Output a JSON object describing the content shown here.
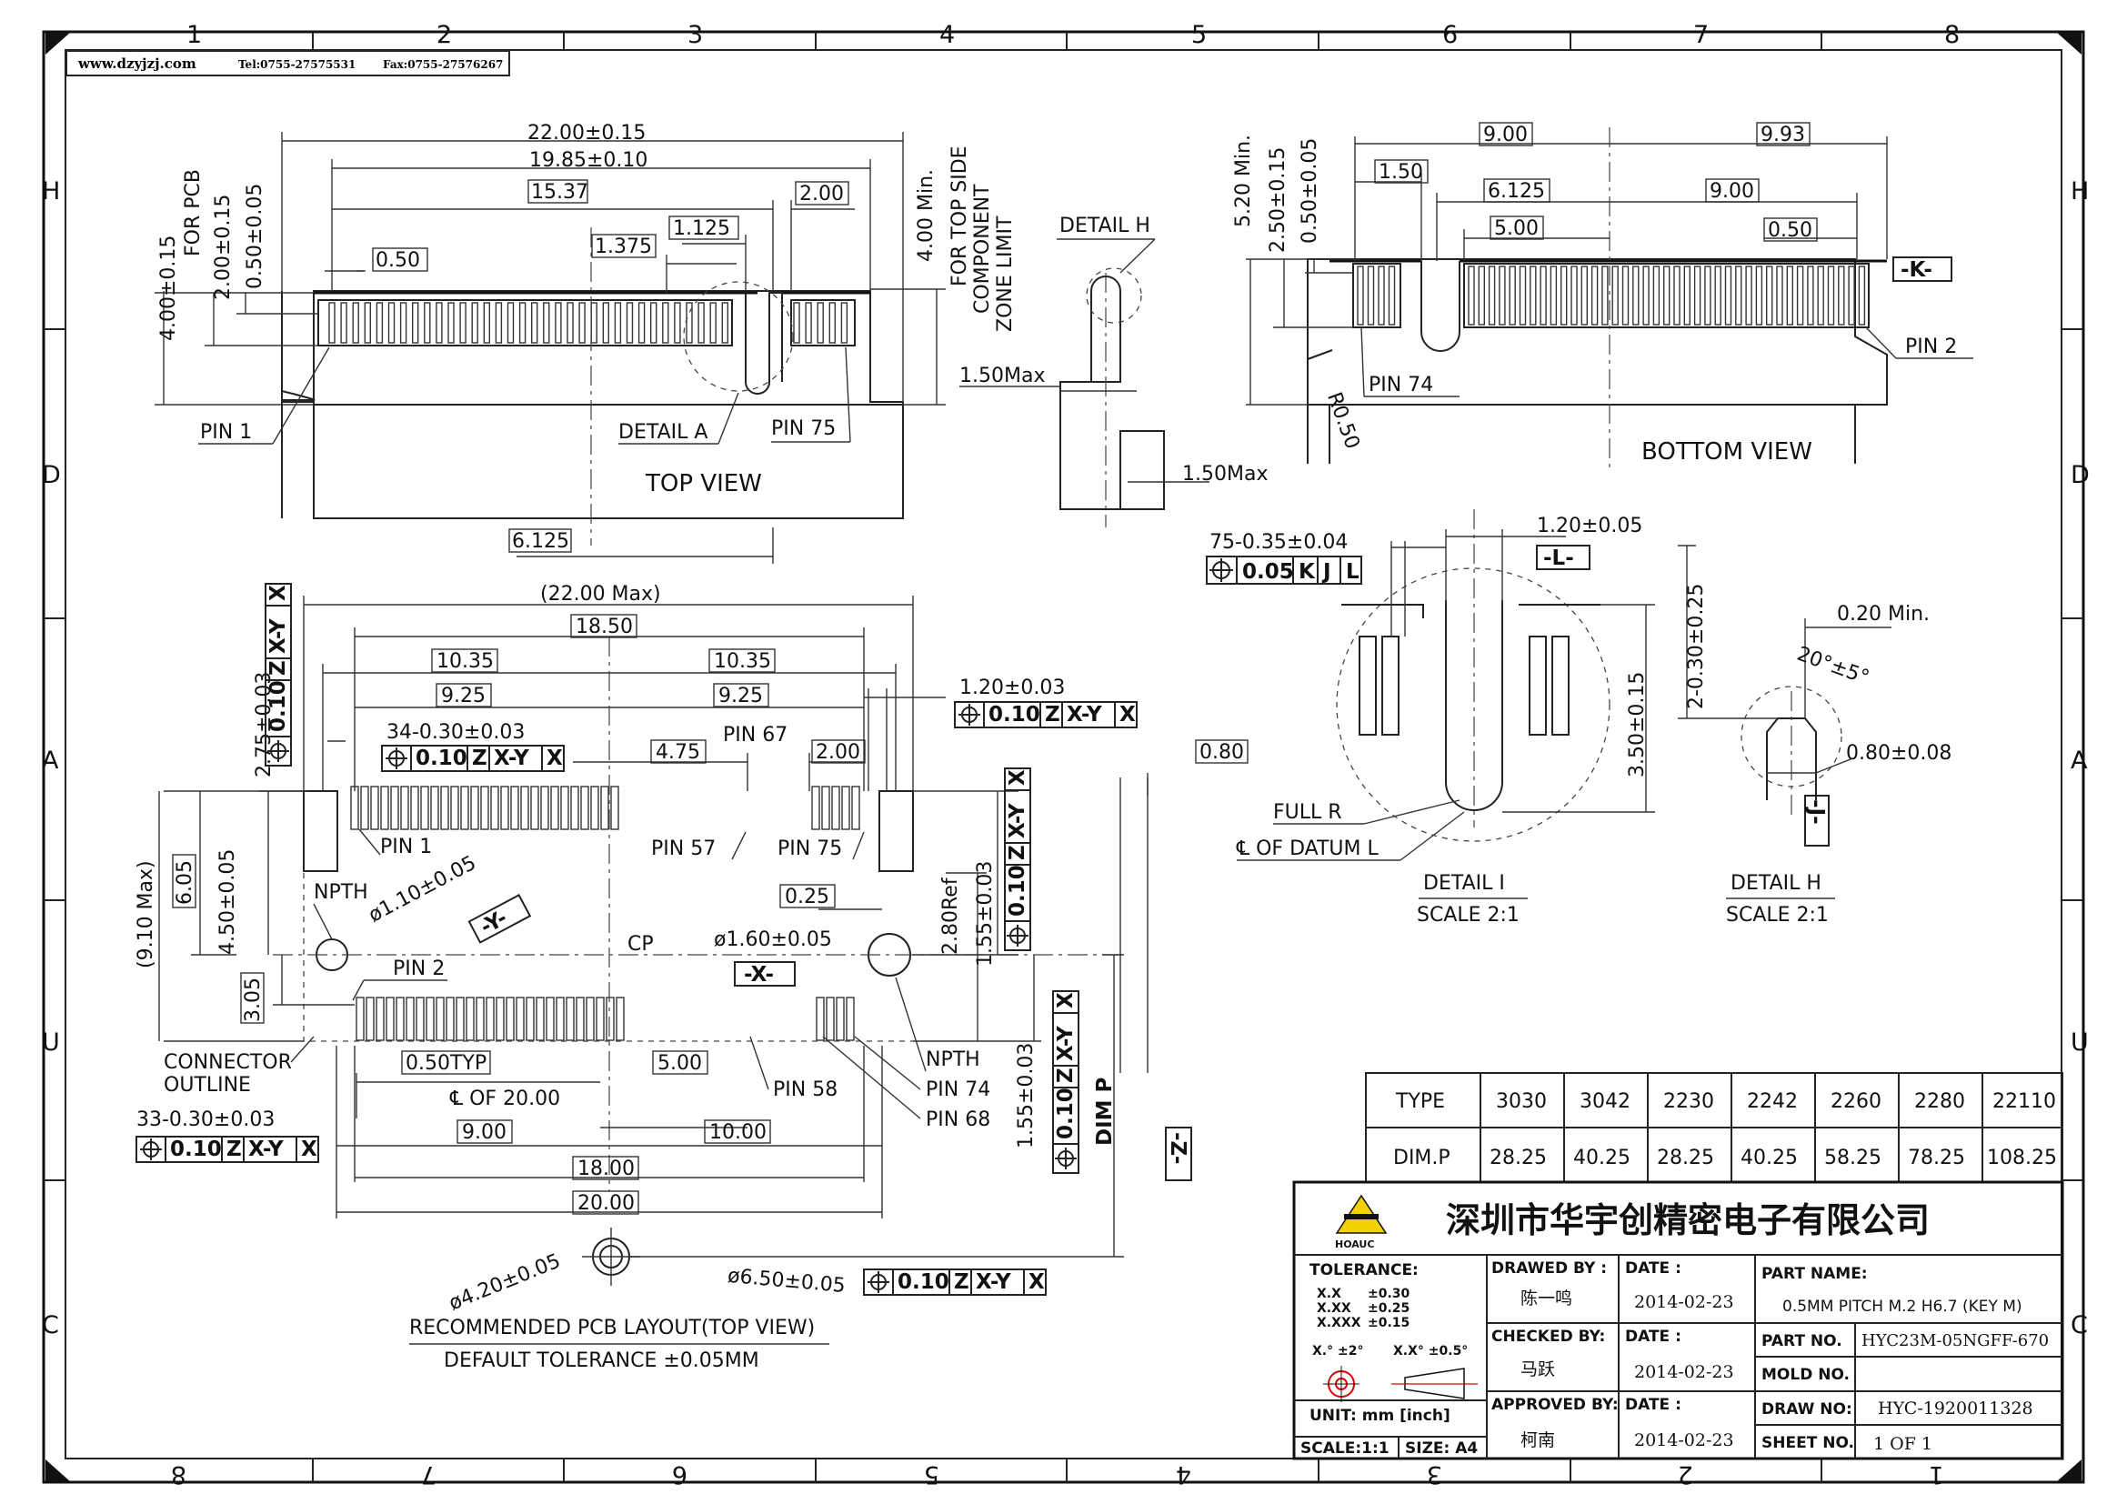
{
  "header": {
    "website": "www.dzyjzj.com",
    "tel": "Tel:0755-27575531",
    "fax": "Fax:0755-27576267"
  },
  "zones": {
    "cols": [
      "1",
      "2",
      "3",
      "4",
      "5",
      "6",
      "7",
      "8"
    ],
    "rows": [
      "H",
      "D",
      "A",
      "U",
      "C"
    ]
  },
  "top_view": {
    "title": "TOP VIEW",
    "dims": [
      "22.00±0.15",
      "19.85±0.10",
      "15.37",
      "2.00",
      "1.125",
      "1.375",
      "0.50",
      "4.00±0.15",
      "2.00±0.15",
      "0.50±0.05",
      "FOR PCB",
      "4.00 Min.",
      "FOR TOP SIDE",
      "COMPONENT",
      "ZONE LIMIT",
      "6.125"
    ],
    "labels": [
      "PIN 1",
      "DETAIL A",
      "PIN 75"
    ]
  },
  "detail_h_side": {
    "label": "DETAIL H",
    "dim1": "1.50Max",
    "dim2": "1.50Max"
  },
  "bottom_view": {
    "title": "BOTTOM VIEW",
    "dims": [
      "9.00",
      "9.93",
      "1.50",
      "6.125",
      "9.00",
      "5.00",
      "0.50",
      "5.20 Min.",
      "2.50±0.15",
      "0.50±0.05",
      "R0.50"
    ],
    "labels": [
      "PIN 74",
      "PIN 2"
    ],
    "datum": "-K-"
  },
  "detail_i": {
    "dims": [
      "75-0.35±0.04",
      "1.20±0.05",
      "3.50±0.15"
    ],
    "fcf": [
      "0.05",
      "K",
      "J",
      "L"
    ],
    "datum": "-L-",
    "labels": [
      "FULL R",
      "℄ OF DATUM L"
    ],
    "title": "DETAIL I",
    "scale": "SCALE 2:1"
  },
  "detail_h": {
    "dims": [
      "2-0.30±0.25",
      "0.20 Min.",
      "20°±5°",
      "0.80±0.08"
    ],
    "datum": "-J-",
    "title": "DETAIL H",
    "scale": "SCALE 2:1"
  },
  "pcb_layout": {
    "dims": [
      "(22.00 Max)",
      "18.50",
      "10.35",
      "10.35",
      "9.25",
      "9.25",
      "34-0.30±0.03",
      "4.75",
      "2.00",
      "1.20±0.03",
      "2.75±0.03",
      "(9.10 Max)",
      "6.05",
      "4.50±0.05",
      "3.05",
      "ø1.10±0.05",
      "0.25",
      "ø1.60±0.05",
      "2.80Ref",
      "1.55±0.03",
      "1.55±0.03",
      "0.50TYP",
      "5.00",
      "℄ OF 20.00",
      "33-0.30±0.03",
      "9.00",
      "10.00",
      "18.00",
      "20.00",
      "0.80",
      "ø4.20±0.05",
      "ø6.50±0.05"
    ],
    "fcf_a": [
      "0.10",
      "Z",
      "X-Y",
      "X"
    ],
    "fcf_b": [
      "0.10",
      "Z",
      "X"
    ],
    "labels": [
      "PIN 1",
      "PIN 57",
      "PIN 67",
      "PIN 75",
      "NPTH",
      "CP",
      "PIN 2",
      "CONNECTOR",
      "OUTLINE",
      "NPTH",
      "PIN 74",
      "PIN 68",
      "PIN 58",
      "DIM P"
    ],
    "datums": [
      "-X-",
      "-Y-",
      "-Z-"
    ],
    "caption": "RECOMMENDED PCB LAYOUT(TOP VIEW)",
    "tolerance_note": "DEFAULT TOLERANCE ±0.05MM"
  },
  "dim_table": {
    "headers": [
      "TYPE",
      "3030",
      "3042",
      "2230",
      "2242",
      "2260",
      "2280",
      "22110"
    ],
    "row_label": "DIM.P",
    "values": [
      "28.25",
      "40.25",
      "28.25",
      "40.25",
      "58.25",
      "78.25",
      "108.25"
    ]
  },
  "title_block": {
    "company": "深圳市华宇创精密电子有限公司",
    "logo_text": "HOAUC",
    "tolerance": {
      "label": "TOLERANCE:",
      "rows": [
        [
          "X.X",
          "±0.30"
        ],
        [
          "X.XX",
          "±0.25"
        ],
        [
          "X.XXX",
          "±0.15"
        ]
      ],
      "angle": [
        "X.° ±2°",
        "X.X° ±0.5°"
      ]
    },
    "unit": "UNIT:  mm  [inch]",
    "scale": "SCALE:1:1",
    "size": "SIZE: A4",
    "drawed_by_label": "DRAWED BY :",
    "drawed_by": "陈一鸣",
    "checked_by_label": "CHECKED BY:",
    "checked_by": "马跃",
    "approved_by_label": "APPROVED BY:",
    "approved_by": "柯南",
    "date_label": "DATE :",
    "dates": [
      "2014-02-23",
      "2014-02-23",
      "2014-02-23"
    ],
    "part_name_label": "PART NAME:",
    "part_name": "0.5MM PITCH M.2 H6.7 (KEY M)",
    "part_no_label": "PART NO.",
    "part_no": "HYC23M-05NGFF-670",
    "mold_no_label": "MOLD NO.",
    "mold_no": "",
    "draw_no_label": "DRAW NO:",
    "draw_no": "HYC-1920011328",
    "sheet_no_label": "SHEET NO.",
    "sheet_no": "1 OF 1"
  }
}
